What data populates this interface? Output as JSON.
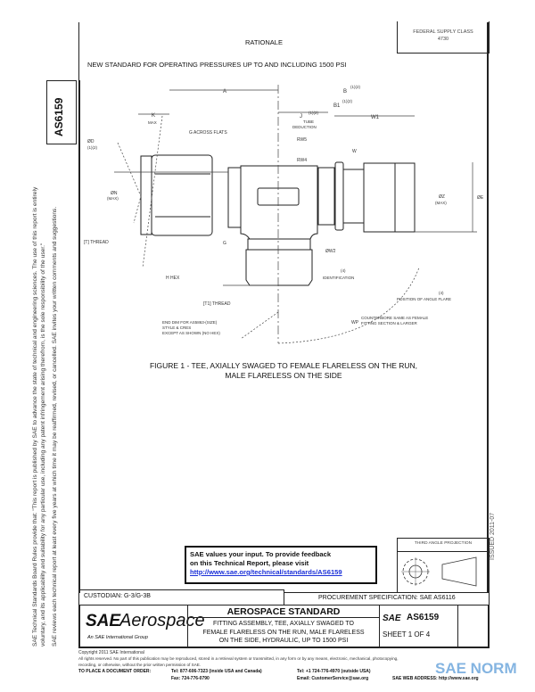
{
  "header": {
    "rationale_title": "RATIONALE",
    "rationale_text": "NEW STANDARD FOR OPERATING PRESSURES UP TO AND INCLUDING 1500 PSI",
    "fsc_label": "FEDERAL SUPPLY CLASS",
    "fsc_value": "4730"
  },
  "margin": {
    "doc_number": "AS6159",
    "notice_lines": [
      "SAE Technical Standards Board Rules provide that: \"This report is published by SAE to advance the state of technical and engineering sciences. The use of this report is entirely",
      "voluntary, and its applicability and suitability for any particular use, including any patent infringement arising therefrom, is the sole responsibility of the user.\"",
      "SAE reviews each technical report at least every five years at which time it may be reaffirmed, revised, or cancelled. SAE invites your written comments and suggestions."
    ],
    "issued": "ISSUED 2011-07"
  },
  "drawing": {
    "labels": {
      "a": "A",
      "b": "B",
      "b_note": "(1)(2)",
      "b1": "B1",
      "b1_note": "(1)(2)",
      "k": "K",
      "k_note": "MAX",
      "j": "J",
      "j_note": "(1)(2)",
      "tube_deduction": "TUBE",
      "tube_deduction2": "DEDUCTION",
      "g_flats": "G ACROSS FLATS",
      "rw5": "RW5",
      "rw4": "RW4",
      "w": "W",
      "w1": "W1",
      "d": "ØD",
      "d_note": "(1)(2)",
      "n": "ØN",
      "n_note": "(MAX)",
      "e": "ØE",
      "z": "ØZ",
      "z_note": "(MAX)",
      "thread": "[T] THREAD",
      "h_hex": "H HEX",
      "g": "G",
      "t1_thread": "[T1] THREAD",
      "w2": "ØW2",
      "ident_note": "(4)",
      "identification": "IDENTIFICATION",
      "position_note": "(4)",
      "position": "POSITION OF ANGLE FLARE",
      "end_note1": "END DIM FOR AS5863-(SIZE)",
      "end_note2": "STYLE & CRES",
      "end_note3": "EXCEPT AS SHOWN (NO HEX)",
      "wp_label": "WP",
      "wp_note1": "COUNTERBORE SAME AS FEMALE",
      "wp_note2": "FITTING SECTION & LARGER"
    },
    "caption_line1": "FIGURE 1 - TEE, AXIALLY SWAGED TO FEMALE FLARELESS ON THE RUN,",
    "caption_line2": "MALE FLARELESS ON THE SIDE"
  },
  "feedback": {
    "line1": "SAE values your input. To provide feedback",
    "line2": "on this Technical Report, please visit",
    "link": "http://www.sae.org/technical/standards/AS6159"
  },
  "projection": {
    "label": "THIRD ANGLE PROJECTION"
  },
  "title_block": {
    "custodian": "CUSTODIAN: G-3/G-3B",
    "procurement": "PROCUREMENT SPECIFICATION: SAE AS6116",
    "logo_sae": "SAE",
    "logo_aero": "Aerospace",
    "logo_sub": "An SAE International Group",
    "heading": "AEROSPACE STANDARD",
    "title_lines": [
      "FITTING ASSEMBLY, TEE, AXIALLY SWAGED TO",
      "FEMALE FLARELESS ON THE RUN, MALE FLARELESS",
      "ON THE SIDE, HYDRAULIC, UP TO 1500 PSI"
    ],
    "doc_sae": "SAE",
    "doc_number": "AS6159",
    "sheet": "SHEET 1 OF 4"
  },
  "footer": {
    "copyright": "Copyright 2011 SAE International",
    "rights1": "All rights reserved. No part of this publication may be reproduced, stored in a retrieval system or transmitted, in any form or by any means, electronic, mechanical, photocopying,",
    "rights2": "recording, or otherwise, without the prior written permission of SAE.",
    "order_label": "TO PLACE A DOCUMENT ORDER:",
    "tel_us": "Tel: 877-606-7323 (inside USA and Canada)",
    "fax": "Fax: 724-776-0790",
    "tel_intl": "Tel: +1 724-776-4970 (outside USA)",
    "email": "Email: CustomerService@sae.org",
    "web": "SAE WEB ADDRESS: http://www.sae.org",
    "watermark": "SAE NORM"
  }
}
